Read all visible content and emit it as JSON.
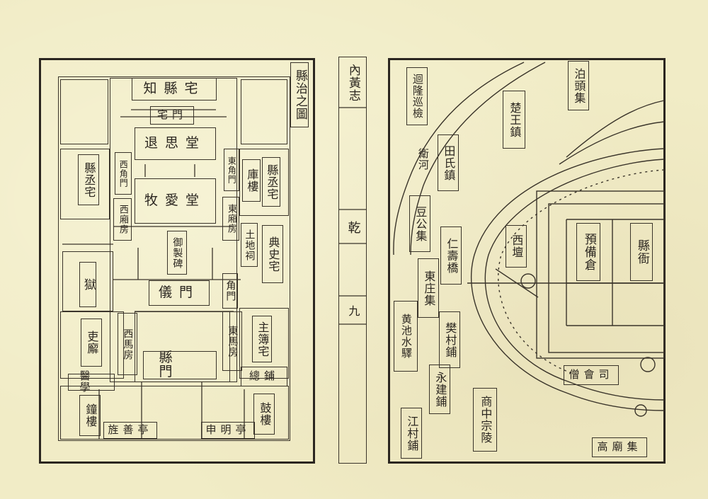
{
  "gutter": {
    "book_title": "內黃志",
    "volume_mark": "乾",
    "page_number": "九"
  },
  "left_map": {
    "title": "縣治之圖",
    "labels": {
      "magistrate_residence": "知縣宅",
      "residence_gate": "宅門",
      "tuisi_hall": "退思堂",
      "muai_hall": "牧愛堂",
      "vice_magistrate_left": "縣丞宅",
      "west_corner_gate": "西角門",
      "west_wing": "西廂房",
      "east_corner_gate": "東角門",
      "east_wing": "東廂房",
      "storehouse": "庫樓",
      "vice_magistrate_right": "縣丞宅",
      "earth_god_shrine": "土地祠",
      "clerk_residence": "典史宅",
      "imperial_stele": "御製碑",
      "ceremonial_gate": "儀門",
      "jail": "獄",
      "corner_gate_east": "角門",
      "registrar_residence": "主簿宅",
      "clerks_office": "吏廨",
      "west_stable": "西馬房",
      "east_stable": "東馬房",
      "county_gate": "縣門",
      "general_shop": "總鋪",
      "medical_school": "醫學",
      "bell_tower": "鐘樓",
      "law_pavilion": "旌善亭",
      "shenming_pavilion": "申明亭",
      "drum_tower": "鼓樓"
    }
  },
  "right_map": {
    "labels": {
      "huilong_inspection": "迴隆巡檢",
      "chuwang_town": "楚王鎮",
      "bozhou_market": "泊頭集",
      "weihe_river": "衛河",
      "tianshi_town": "田氏鎮",
      "douggong_market": "豆公集",
      "renshou_bridge": "仁壽橋",
      "west_altar": "西壇",
      "granary": "預備倉",
      "county_office": "縣衙",
      "dongzhuang_market": "東庄集",
      "huangchishui_post": "黄池水驛",
      "fancun_shop": "樊村鋪",
      "monk_registry": "僧會司",
      "yongjian_shop": "永建鋪",
      "shangzhong_tomb": "商中宗陵",
      "jiangcun_shop": "江村鋪",
      "gaomiao_market": "高廟集"
    }
  },
  "colors": {
    "paper": "#f1ecc6",
    "ink": "#2b2620"
  }
}
